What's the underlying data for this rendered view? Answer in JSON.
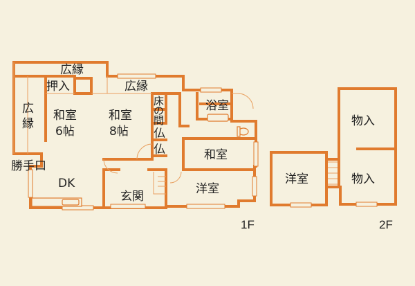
{
  "floor_1": {
    "label": "1F",
    "rooms": {
      "hiroen_top": "広縁",
      "oshiire": "押入",
      "hiroen_mid": "広縁",
      "hiroen_left_1": "広",
      "hiroen_left_2": "縁",
      "washitsu6_name": "和室",
      "washitsu6_size": "6帖",
      "washitsu8_name": "和室",
      "washitsu8_size": "8帖",
      "tokonoma_1": "床",
      "tokonoma_2": "の",
      "tokonoma_3": "間",
      "butsuma_1": "仏",
      "butsuma_2": "仏",
      "yokushitsu": "浴室",
      "washitsu_small": "和室",
      "katteguchi": "勝手口",
      "dk": "DK",
      "genkan": "玄関",
      "yoshitsu": "洋室"
    }
  },
  "floor_2": {
    "label": "2F",
    "rooms": {
      "yoshitsu": "洋室",
      "monoire_top": "物入",
      "monoire_bottom": "物入"
    }
  },
  "colors": {
    "wall": "#e07b2e",
    "background": "#f6f1df",
    "text": "#222222"
  }
}
